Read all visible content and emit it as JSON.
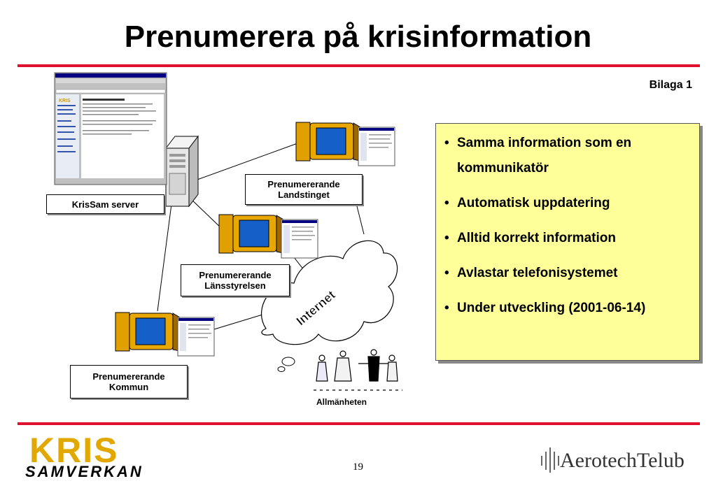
{
  "title": "Prenumerera på krisinformation",
  "bilaga": "Bilaga 1",
  "nodes": {
    "server": "KrisSam server",
    "landstinget": [
      "Prenumererande",
      "Landstinget"
    ],
    "lansstyrelsen": [
      "Prenumererande",
      "Länsstyrelsen"
    ],
    "kommun": [
      "Prenumererande",
      "Kommun"
    ],
    "public": "Allmänheten"
  },
  "cloud_label": "Internet",
  "bullets": [
    "Samma information som en kommunikatör",
    "Automatisk uppdatering",
    "Alltid korrekt information",
    "Avlastar telefonisystemet",
    "Under utveckling (2001-06-14)"
  ],
  "page_number": "19",
  "logos": {
    "kris_top": "KRIS",
    "kris_bottom": "SAMVERKAN",
    "aerotech": "AerotechTelub"
  },
  "colors": {
    "rule": "#e0102f",
    "bullet_box": "#ffff99",
    "computer": "#e0a000",
    "screen": "#1560c8"
  }
}
